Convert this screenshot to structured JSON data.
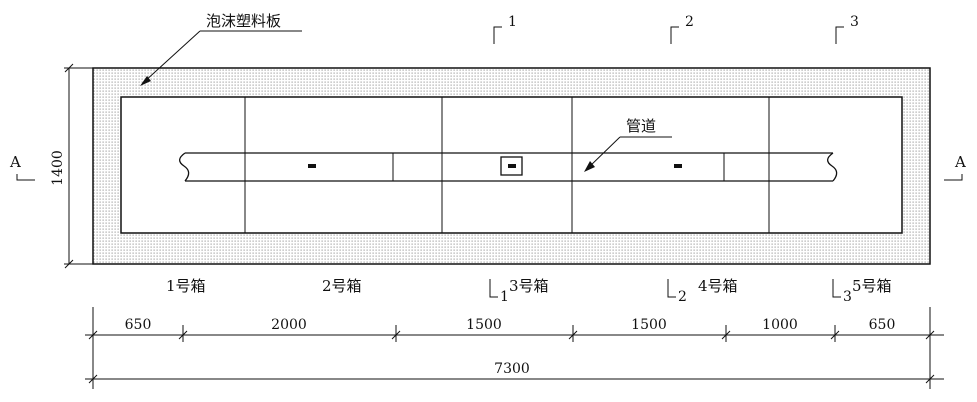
{
  "labels": {
    "foam_board": "泡沫塑料板",
    "pipe": "管道",
    "height": "1400",
    "section_left": "A",
    "section_right": "A",
    "section_1": "1",
    "section_2": "2",
    "section_3": "3"
  },
  "boxes": [
    "1号箱",
    "2号箱",
    "3号箱",
    "4号箱",
    "5号箱"
  ],
  "dimensions": {
    "segments": [
      "650",
      "2000",
      "1500",
      "1500",
      "1000",
      "650"
    ],
    "total": "7300"
  }
}
